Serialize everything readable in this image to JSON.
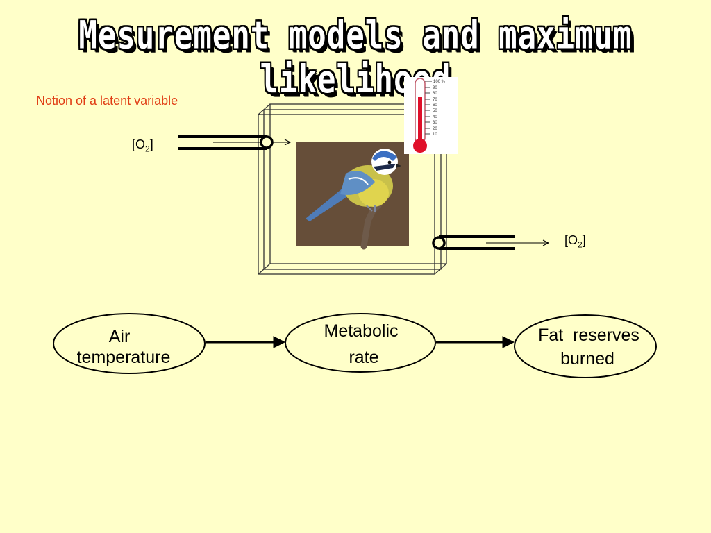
{
  "slide": {
    "title": "Mesurement models and maximum likelihood",
    "subtitle": "Notion of a latent variable"
  },
  "apparatus": {
    "inlet_label": {
      "bracket_open": "[O",
      "subscript": "2",
      "bracket_close": "]"
    },
    "outlet_label": {
      "bracket_open": "[O",
      "subscript": "2",
      "bracket_close": "]"
    },
    "thermometer_scale": [
      "100 %",
      "90",
      "80",
      "70",
      "60",
      "50",
      "40",
      "30",
      "20",
      "10"
    ],
    "subject_image": "blue-tit-bird"
  },
  "flow": {
    "nodes": [
      {
        "line1": "Air",
        "line2": "temperature"
      },
      {
        "line1": "Metabolic",
        "line2": "rate"
      },
      {
        "line1": "Fat  reserves",
        "line2": "burned"
      }
    ]
  },
  "colors": {
    "background": "#ffffc9",
    "subtitle": "#e03c14",
    "thermometer_bulb": "#e0102a"
  }
}
